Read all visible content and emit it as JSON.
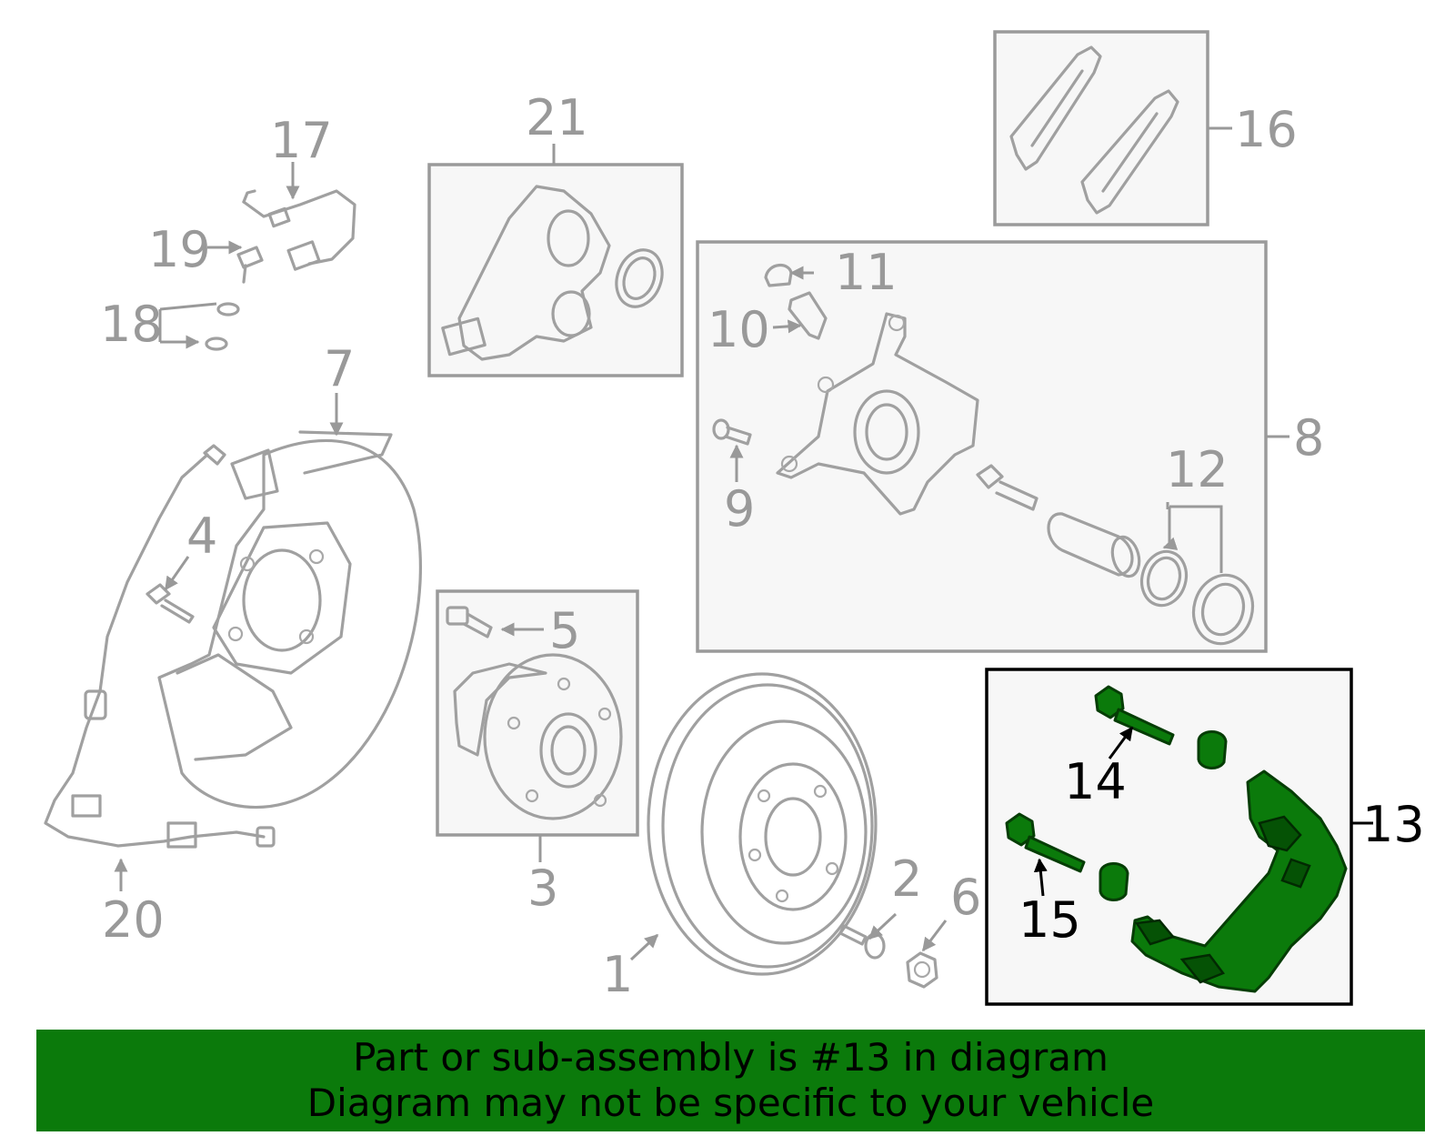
{
  "callouts": {
    "c1": "1",
    "c2": "2",
    "c3": "3",
    "c4": "4",
    "c5": "5",
    "c6": "6",
    "c7": "7",
    "c8": "8",
    "c9": "9",
    "c10": "10",
    "c11": "11",
    "c12": "12",
    "c13": "13",
    "c14": "14",
    "c15": "15",
    "c16": "16",
    "c17": "17",
    "c18": "18",
    "c19": "19",
    "c20": "20",
    "c21": "21"
  },
  "highlight": {
    "part_number": "13",
    "color": "#0b7a0b"
  },
  "footer": {
    "line1": "Part or sub-assembly is #13 in diagram",
    "line2": "Diagram may not be specific to your vehicle"
  }
}
